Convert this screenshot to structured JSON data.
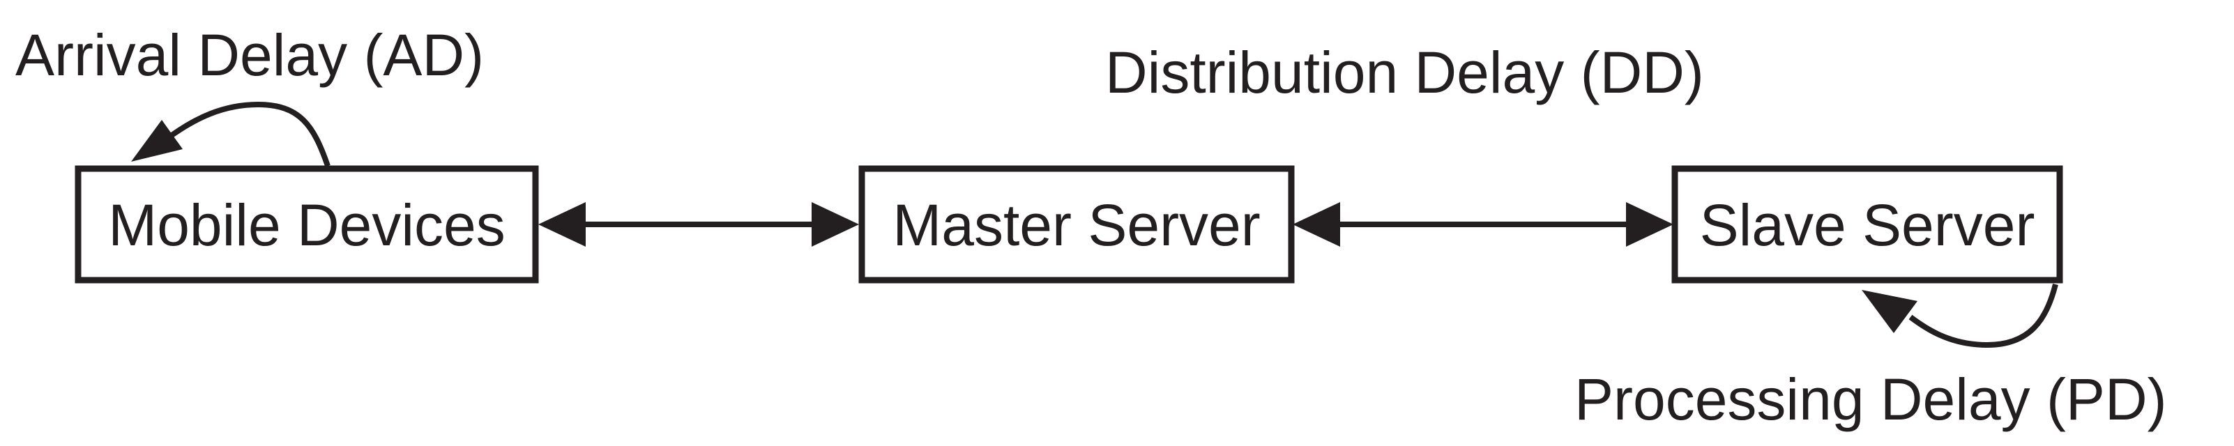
{
  "nodes": {
    "mobile": {
      "label": "Mobile Devices"
    },
    "master": {
      "label": "Master Server"
    },
    "slave": {
      "label": "Slave Server"
    }
  },
  "delays": {
    "arrival": {
      "label": "Arrival Delay (AD)"
    },
    "distribution": {
      "label": "Distribution Delay (DD)"
    },
    "processing": {
      "label": "Processing Delay (PD)"
    }
  },
  "colors": {
    "ink": "#231f20",
    "background": "#ffffff"
  }
}
